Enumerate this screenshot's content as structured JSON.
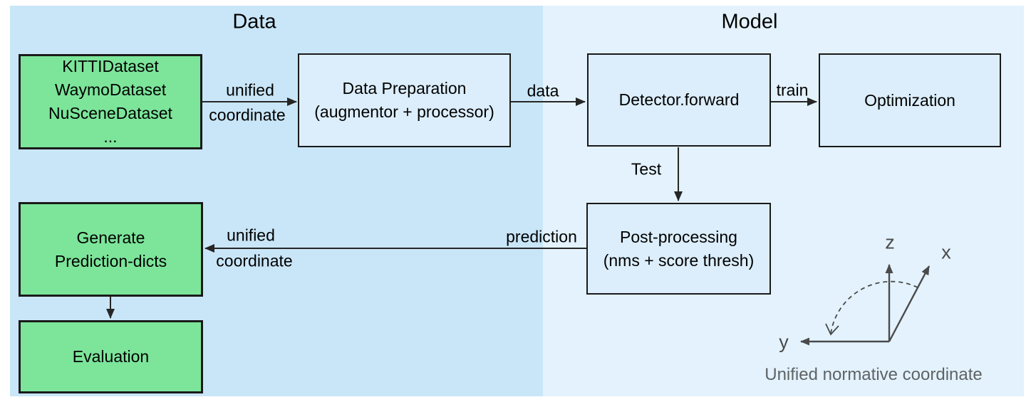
{
  "panels": {
    "data": {
      "title": "Data"
    },
    "model": {
      "title": "Model"
    }
  },
  "boxes": {
    "datasets": {
      "lines": [
        "KITTIDataset",
        "WaymoDataset",
        "NuSceneDataset",
        "..."
      ]
    },
    "data_preparation": {
      "lines": [
        "Data Preparation",
        "(augmentor + processor)"
      ]
    },
    "detector": {
      "lines": [
        "Detector.forward"
      ]
    },
    "optimization": {
      "lines": [
        "Optimization"
      ]
    },
    "post_processing": {
      "lines": [
        "Post-processing",
        "(nms + score thresh)"
      ]
    },
    "generate": {
      "lines": [
        "Generate",
        "Prediction-dicts"
      ]
    },
    "evaluation": {
      "lines": [
        "Evaluation"
      ]
    }
  },
  "edges": {
    "datasets_to_prep": {
      "label_top": "unified",
      "label_bottom": "coordinate"
    },
    "prep_to_detector": {
      "label": "data"
    },
    "detector_to_optimization": {
      "label": "train"
    },
    "detector_to_postprocessing": {
      "label": "Test"
    },
    "postprocessing_to_generate": {
      "label_right": "prediction",
      "label_top": "unified",
      "label_bottom": "coordinate"
    }
  },
  "axes": {
    "z_label": "z",
    "x_label": "x",
    "y_label": "y",
    "caption": "Unified normative coordinate"
  },
  "colors": {
    "left_panel": "#c9e6f8",
    "right_panel": "#e3f2fc",
    "box_fill": "#dceefb",
    "green_fill": "#7ce59a",
    "box_border": "#1a1a1a",
    "arrow": "#262626",
    "axes": "#4a4a4a",
    "caption_text": "#5e6366"
  }
}
